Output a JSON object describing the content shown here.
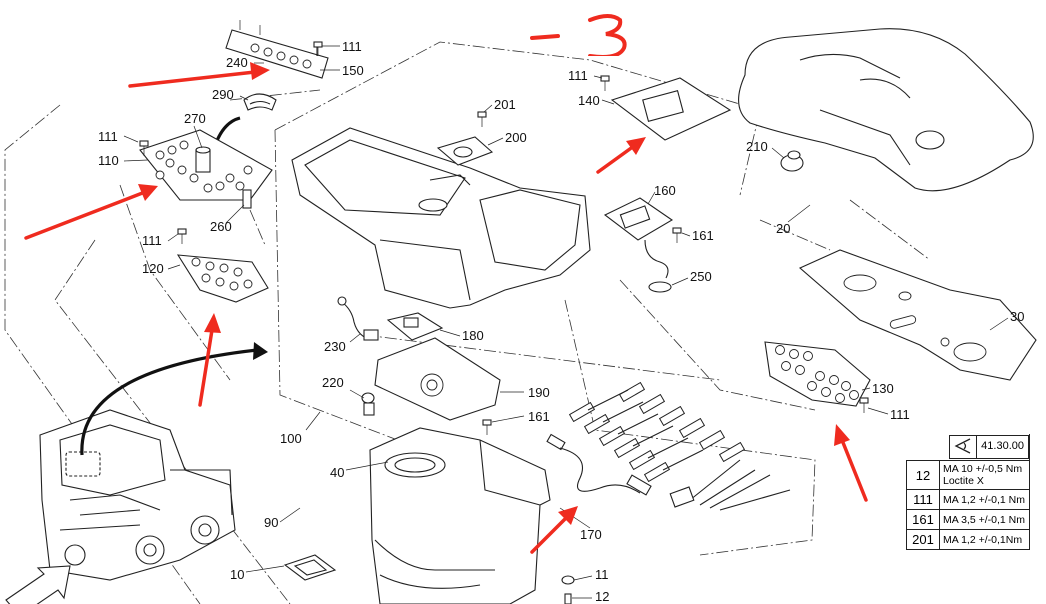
{
  "handwritten_note": "-3",
  "callouts": [
    "111",
    "240",
    "150",
    "290",
    "111",
    "110",
    "270",
    "260",
    "111",
    "120",
    "201",
    "200",
    "140",
    "111",
    "160",
    "161",
    "250",
    "210",
    "20",
    "30",
    "230",
    "180",
    "220",
    "190",
    "161",
    "100",
    "40",
    "170",
    "90",
    "10",
    "11",
    "12",
    "130",
    "111"
  ],
  "torque_table": {
    "header_code": "41.30.00",
    "rows": [
      {
        "part": "12",
        "spec_line1": "MA 10 +/-0,5 Nm",
        "spec_line2": "Loctite X"
      },
      {
        "part": "111",
        "spec_line1": "MA 1,2 +/-0,1 Nm",
        "spec_line2": ""
      },
      {
        "part": "161",
        "spec_line1": "MA 3,5 +/-0,1 Nm",
        "spec_line2": ""
      },
      {
        "part": "201",
        "spec_line1": "MA 1,2 +/-0,1Nm",
        "spec_line2": ""
      }
    ]
  },
  "colors": {
    "annotation": "#ef2b1f",
    "ink": "#222222"
  },
  "icons": [
    "view-eye-icon",
    "view-direction-arrow-icon"
  ]
}
